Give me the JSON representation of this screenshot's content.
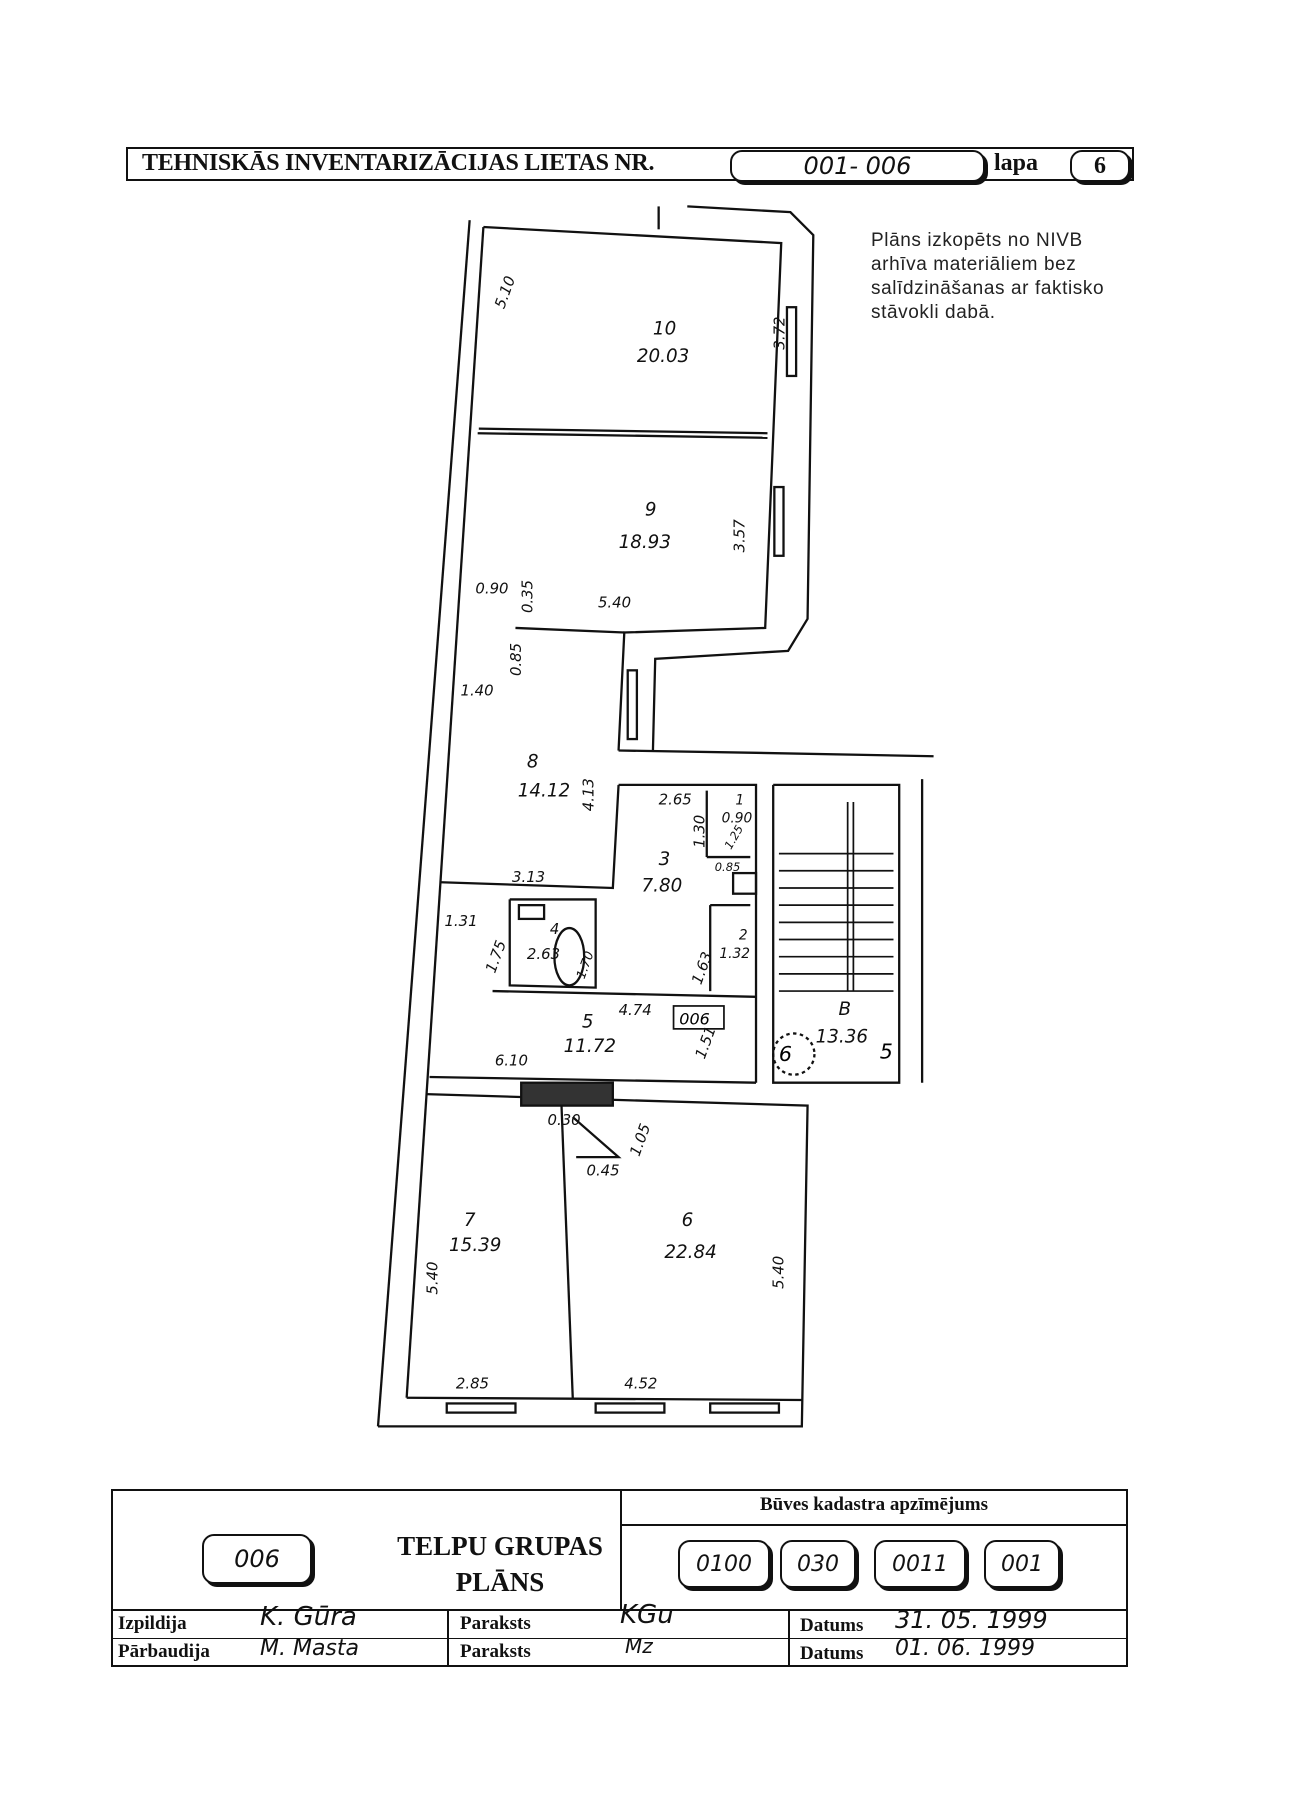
{
  "header": {
    "title": "TEHNISKĀS INVENTARIZĀCIJAS LIETAS NR.",
    "case_number": "001- 006",
    "page_label": "lapa",
    "page_number": "6"
  },
  "note": {
    "lines": [
      "Plāns izkopēts no NIVB",
      "arhīva materiāliem bez",
      "salīdzināšanas ar faktisko",
      "stāvokli dabā."
    ]
  },
  "plan": {
    "rooms": [
      {
        "number": "10",
        "area": "20.03"
      },
      {
        "number": "9",
        "area": "18.93"
      },
      {
        "number": "8",
        "area": "14.12"
      },
      {
        "number": "3",
        "area": "7.80"
      },
      {
        "number": "1",
        "area": "0.90"
      },
      {
        "number": "2",
        "area": "1.32"
      },
      {
        "number": "4",
        "area": "2.63"
      },
      {
        "number": "5",
        "area": "11.72"
      },
      {
        "number": "B",
        "area": "13.36"
      },
      {
        "number": "7",
        "area": "15.39"
      },
      {
        "number": "6",
        "area": "22.84"
      }
    ],
    "dimensions": [
      "5.10",
      "3.72",
      "3.57",
      "5.40",
      "0.90",
      "0.35",
      "0.85",
      "1.40",
      "4.13",
      "3.13",
      "2.65",
      "1.30",
      "1.25",
      "0.85",
      "1.31",
      "1.75",
      "1.70",
      "1.63",
      "4.74",
      "1.51",
      "6.10",
      "0.30",
      "1.05",
      "0.45",
      "5.40",
      "2.85",
      "5.40",
      "4.52"
    ],
    "group_tag": "006",
    "stair_marks": [
      "6",
      "5"
    ]
  },
  "footer": {
    "group_number": "006",
    "title_line1": "TELPU GRUPAS",
    "title_line2": "PLĀNS",
    "cadastre_header": "Būves kadastra apzīmējums",
    "cadastre_codes": [
      "0100",
      "030",
      "0011",
      "001"
    ],
    "rows": [
      {
        "role": "Izpildija",
        "name": "K. Gūra",
        "sign_label": "Paraksts",
        "signature": "KGu",
        "date_label": "Datums",
        "date": "31. 05. 1999"
      },
      {
        "role": "Pārbaudija",
        "name": "M. Masta",
        "sign_label": "Paraksts",
        "signature": "Mz",
        "date_label": "Datums",
        "date": "01. 06. 1999"
      }
    ]
  }
}
